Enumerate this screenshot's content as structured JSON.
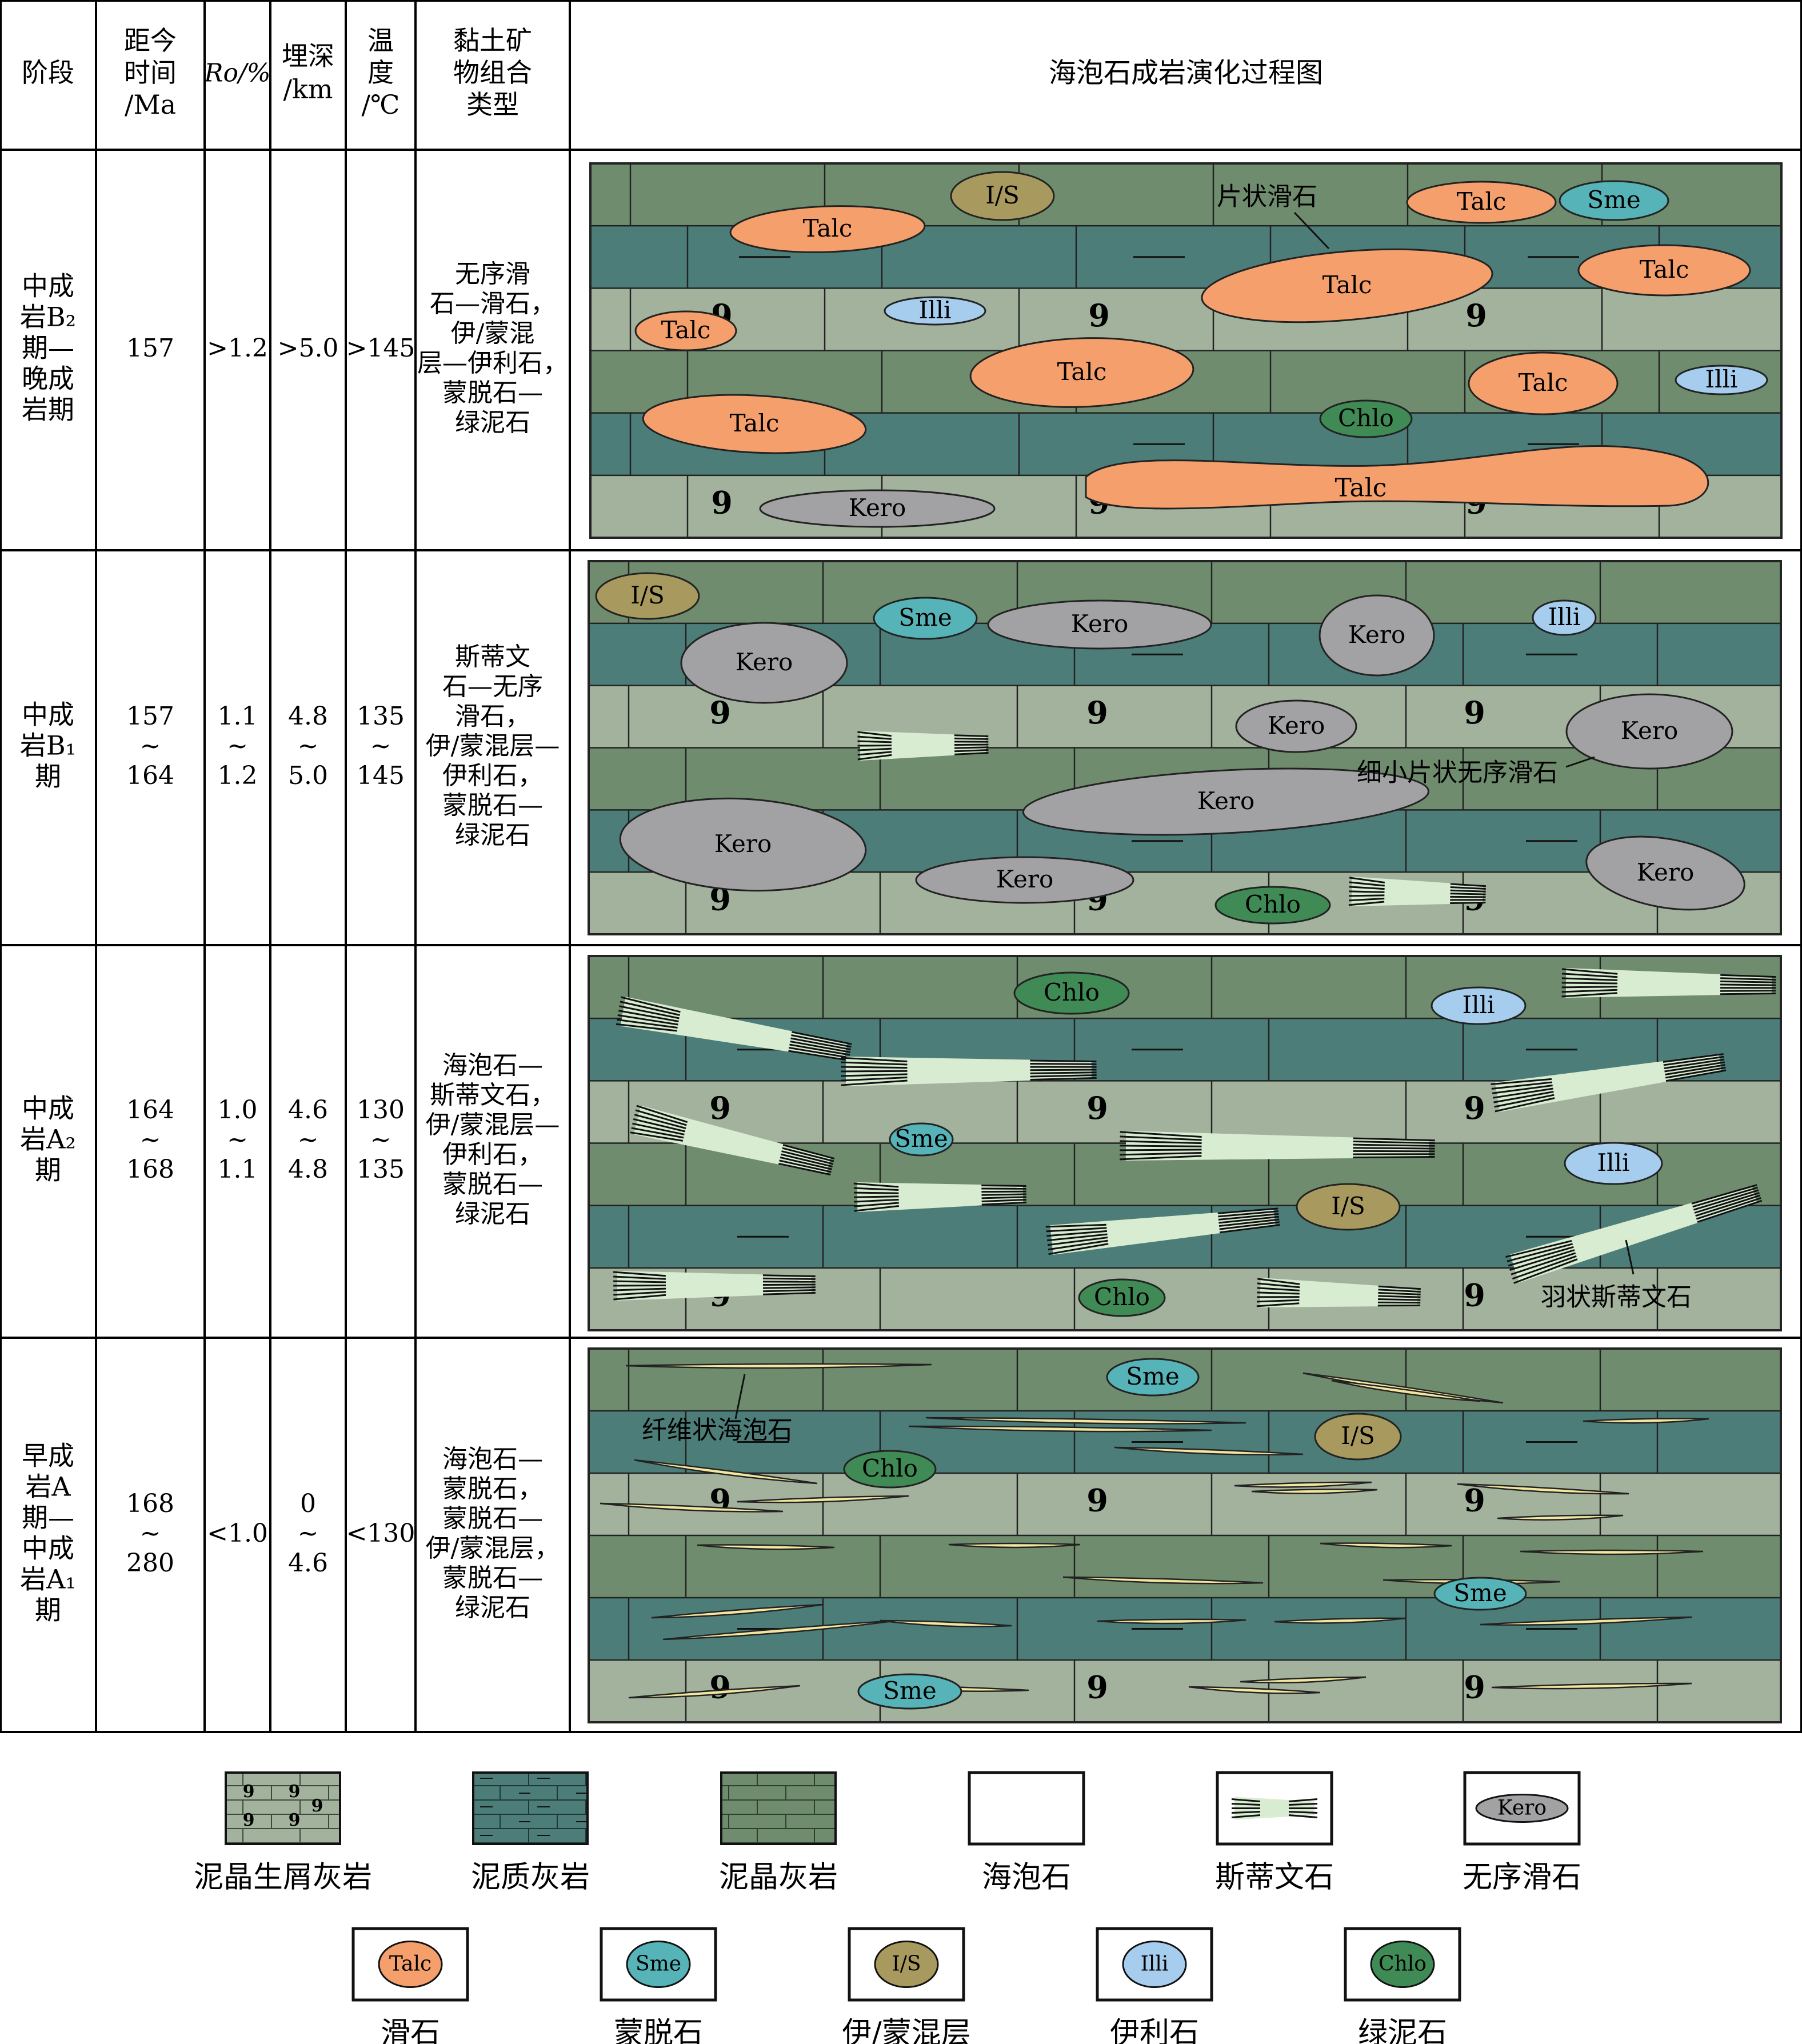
{
  "header": {
    "stage": "阶段",
    "age": [
      "距今",
      "时间",
      "/Ma"
    ],
    "ro": "Ro/%",
    "depth": [
      "埋深",
      "/km"
    ],
    "temp": [
      "温",
      "度",
      "/℃"
    ],
    "clay": [
      "黏土矿",
      "物组合",
      "类型"
    ],
    "diagram": "海泡石成岩演化过程图"
  },
  "rows": [
    {
      "stage": [
        "中成",
        "岩B₂",
        "期—",
        "晚成",
        "岩期"
      ],
      "age": [
        "157"
      ],
      "ro": [
        ">1.2"
      ],
      "depth": [
        ">5.0"
      ],
      "temp": [
        ">145"
      ],
      "clay": [
        "无序滑",
        "石—滑石，",
        "伊/蒙混",
        "层—伊利石，",
        "蒙脱石—",
        "绿泥石"
      ]
    },
    {
      "stage": [
        "中成",
        "岩B₁",
        "期"
      ],
      "age": [
        "157",
        "~",
        "164"
      ],
      "ro": [
        "1.1",
        "~",
        "1.2"
      ],
      "depth": [
        "4.8",
        "~",
        "5.0"
      ],
      "temp": [
        "135",
        "~",
        "145"
      ],
      "clay": [
        "斯蒂文",
        "石—无序",
        "滑石，",
        "伊/蒙混层—",
        "伊利石，",
        "蒙脱石—",
        "绿泥石"
      ]
    },
    {
      "stage": [
        "中成",
        "岩A₂",
        "期"
      ],
      "age": [
        "164",
        "~",
        "168"
      ],
      "ro": [
        "1.0",
        "~",
        "1.1"
      ],
      "depth": [
        "4.6",
        "~",
        "4.8"
      ],
      "temp": [
        "130",
        "~",
        "135"
      ],
      "clay": [
        "海泡石—",
        "斯蒂文石，",
        "伊/蒙混层—",
        "伊利石，",
        "蒙脱石—",
        "绿泥石"
      ]
    },
    {
      "stage": [
        "早成",
        "岩A",
        "期—",
        "中成",
        "岩A₁",
        "期"
      ],
      "age": [
        "168",
        "~",
        "280"
      ],
      "ro": [
        "<1.0"
      ],
      "depth": [
        "0",
        "~",
        "4.6"
      ],
      "temp": [
        "<130"
      ],
      "clay": [
        "海泡石—",
        "蒙脱石，",
        "蒙脱石—",
        "伊/蒙混层，",
        "蒙脱石—",
        "绿泥石"
      ]
    }
  ],
  "diagram_labels": {
    "p1_talc": "Talc",
    "p1_is": "I/S",
    "p1_sme": "Sme",
    "p1_illi": "Illi",
    "p1_chlo": "Chlo",
    "p1_kero": "Kero",
    "p1_annot": "片状滑石",
    "p2_is": "I/S",
    "p2_sme": "Sme",
    "p2_illi": "Illi",
    "p2_chlo": "Chlo",
    "p2_kero": "Kero",
    "p2_annot": "细小片状无序滑石",
    "p3_chlo": "Chlo",
    "p3_illi": "Illi",
    "p3_sme": "Sme",
    "p3_is": "I/S",
    "p3_annot": "羽状斯蒂文石",
    "p4_sme": "Sme",
    "p4_is": "I/S",
    "p4_chlo": "Chlo",
    "p4_annot": "纤维状海泡石"
  },
  "legend": [
    {
      "label": "泥晶生屑灰岩",
      "symbol": "bioclastic-limestone"
    },
    {
      "label": "泥质灰岩",
      "symbol": "argillaceous-limestone"
    },
    {
      "label": "泥晶灰岩",
      "symbol": "micritic-limestone"
    },
    {
      "label": "海泡石",
      "symbol": "sepiolite"
    },
    {
      "label": "斯蒂文石",
      "symbol": "stevensite"
    },
    {
      "label": "无序滑石",
      "symbol": "disordered-talc",
      "tag": "Kero"
    },
    {
      "label": "滑石",
      "symbol": "talc",
      "tag": "Talc"
    },
    {
      "label": "蒙脱石",
      "symbol": "smectite",
      "tag": "Sme"
    },
    {
      "label": "伊/蒙混层",
      "symbol": "illite-smectite",
      "tag": "I/S"
    },
    {
      "label": "伊利石",
      "symbol": "illite",
      "tag": "Illi"
    },
    {
      "label": "绿泥石",
      "symbol": "chlorite",
      "tag": "Chlo"
    }
  ],
  "colors": {
    "micritic": "#6f8c6e",
    "argillaceous": "#4d7d79",
    "bioclastic": "#a3b29d",
    "talc": "#f5a06c",
    "kero": "#a2a2a4",
    "sme": "#56b3b7",
    "is": "#a89a5e",
    "illi": "#a6cdee",
    "chlo": "#3f8a55",
    "stevensite": "#d8ecd2",
    "sepiolite": "#f3e6a0"
  }
}
